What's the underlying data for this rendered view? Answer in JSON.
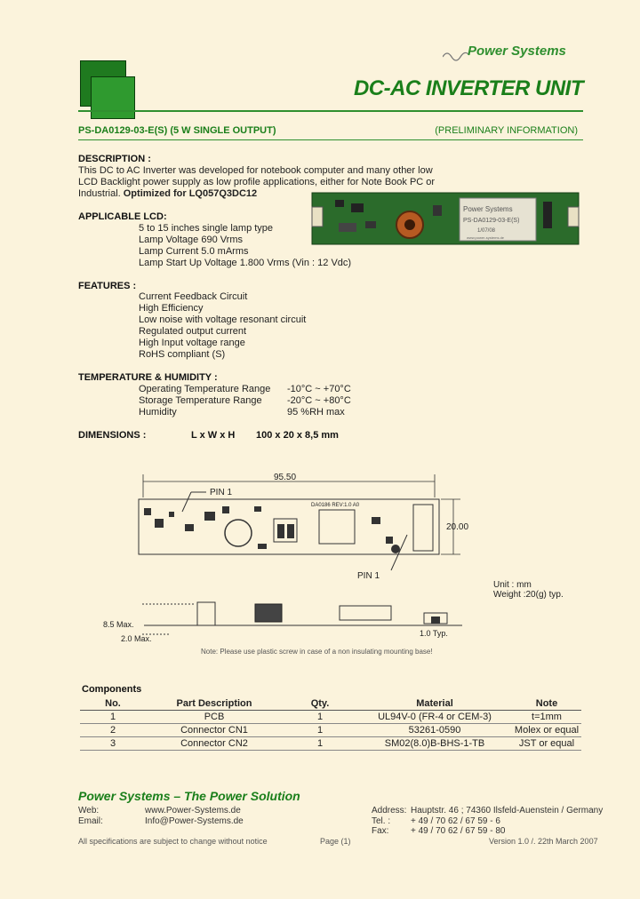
{
  "brand": {
    "logo_text": "Power Systems",
    "accent": "#1a7f1a"
  },
  "header": {
    "title": "DC-AC INVERTER UNIT",
    "part_number": "PS-DA0129-03-E(S)",
    "part_desc": "(5 W SINGLE OUTPUT)",
    "prelim": "(PRELIMINARY INFORMATION)"
  },
  "description": {
    "heading": "DESCRIPTION :",
    "line1": "This DC to AC Inverter was developed for notebook computer and many other low",
    "line2": "LCD Backlight power supply as low profile applications, either for Note Book PC or",
    "line3_a": "Industrial. ",
    "line3_b": "Optimized for LQ057Q3DC12"
  },
  "product_photo": {
    "label1": "Power Systems",
    "label2": "PS-DA0129-03-E(S)",
    "label3": "1/07/08",
    "label4": "www.power-systems.de"
  },
  "applicable": {
    "heading": "APPLICABLE LCD:",
    "items": [
      "5 to 15 inches single lamp type",
      "Lamp Voltage   690 Vrms",
      "Lamp Current    5.0 mArms",
      "Lamp Start Up Voltage 1.800 Vrms (Vin : 12 Vdc)"
    ]
  },
  "features": {
    "heading": "FEATURES :",
    "items": [
      "Current Feedback Circuit",
      "High Efficiency",
      "Low noise with voltage resonant circuit",
      "Regulated output current",
      "High Input voltage range",
      "RoHS compliant (S)"
    ]
  },
  "temperature": {
    "heading": "TEMPERATURE & HUMIDITY :",
    "rows": [
      {
        "label": "Operating Temperature Range",
        "value": "-10°C ~ +70°C"
      },
      {
        "label": "Storage Temperature Range",
        "value": "-20°C ~ +80°C"
      },
      {
        "label": "Humidity",
        "value": "95 %RH max"
      }
    ]
  },
  "dimensions": {
    "heading": "DIMENSIONS :",
    "lwh": "L x W x H",
    "value": "100 x 20 x 8,5 mm",
    "drawing": {
      "length": "95.50",
      "width": "20.00",
      "pin1_top": "PIN 1",
      "pin1_bottom": "PIN  1",
      "board_text": "DA0186  REV:1.0    A0",
      "unit": "Unit : mm",
      "weight": "Weight :20(g) typ.",
      "h_max": "8.5 Max.",
      "h2_max": "2.0 Max.",
      "typ": "1.0  Typ.",
      "note": "Note: Please use plastic screw in case of a non insulating mounting base!"
    }
  },
  "components": {
    "heading": "Components",
    "columns": [
      "No.",
      "Part Description",
      "Qty.",
      "Material",
      "Note"
    ],
    "rows": [
      [
        "1",
        "PCB",
        "1",
        "UL94V-0 (FR-4 or CEM-3)",
        "t=1mm"
      ],
      [
        "2",
        "Connector CN1",
        "1",
        "53261-0590",
        "Molex or equal"
      ],
      [
        "3",
        "Connector CN2",
        "1",
        "SM02(8.0)B-BHS-1-TB",
        "JST or equal"
      ]
    ]
  },
  "footer": {
    "title": "Power Systems – The Power Solution",
    "web_label": "Web:",
    "web": "www.Power-Systems.de",
    "email_label": "Email:",
    "email": "Info@Power-Systems.de",
    "address_label": "Address:",
    "address": "Hauptstr. 46 ; 74360 Ilsfeld-Auenstein / Germany",
    "tel_label": "Tel. :",
    "tel": "+ 49 / 70 62 / 67 59 - 6",
    "fax_label": "Fax:",
    "fax": "+ 49 / 70 62 / 67 59 - 80",
    "disclaimer": "All specifications are subject to change without notice",
    "page": "Page (1)",
    "version": "Version 1.0 /. 22th March 2007"
  }
}
